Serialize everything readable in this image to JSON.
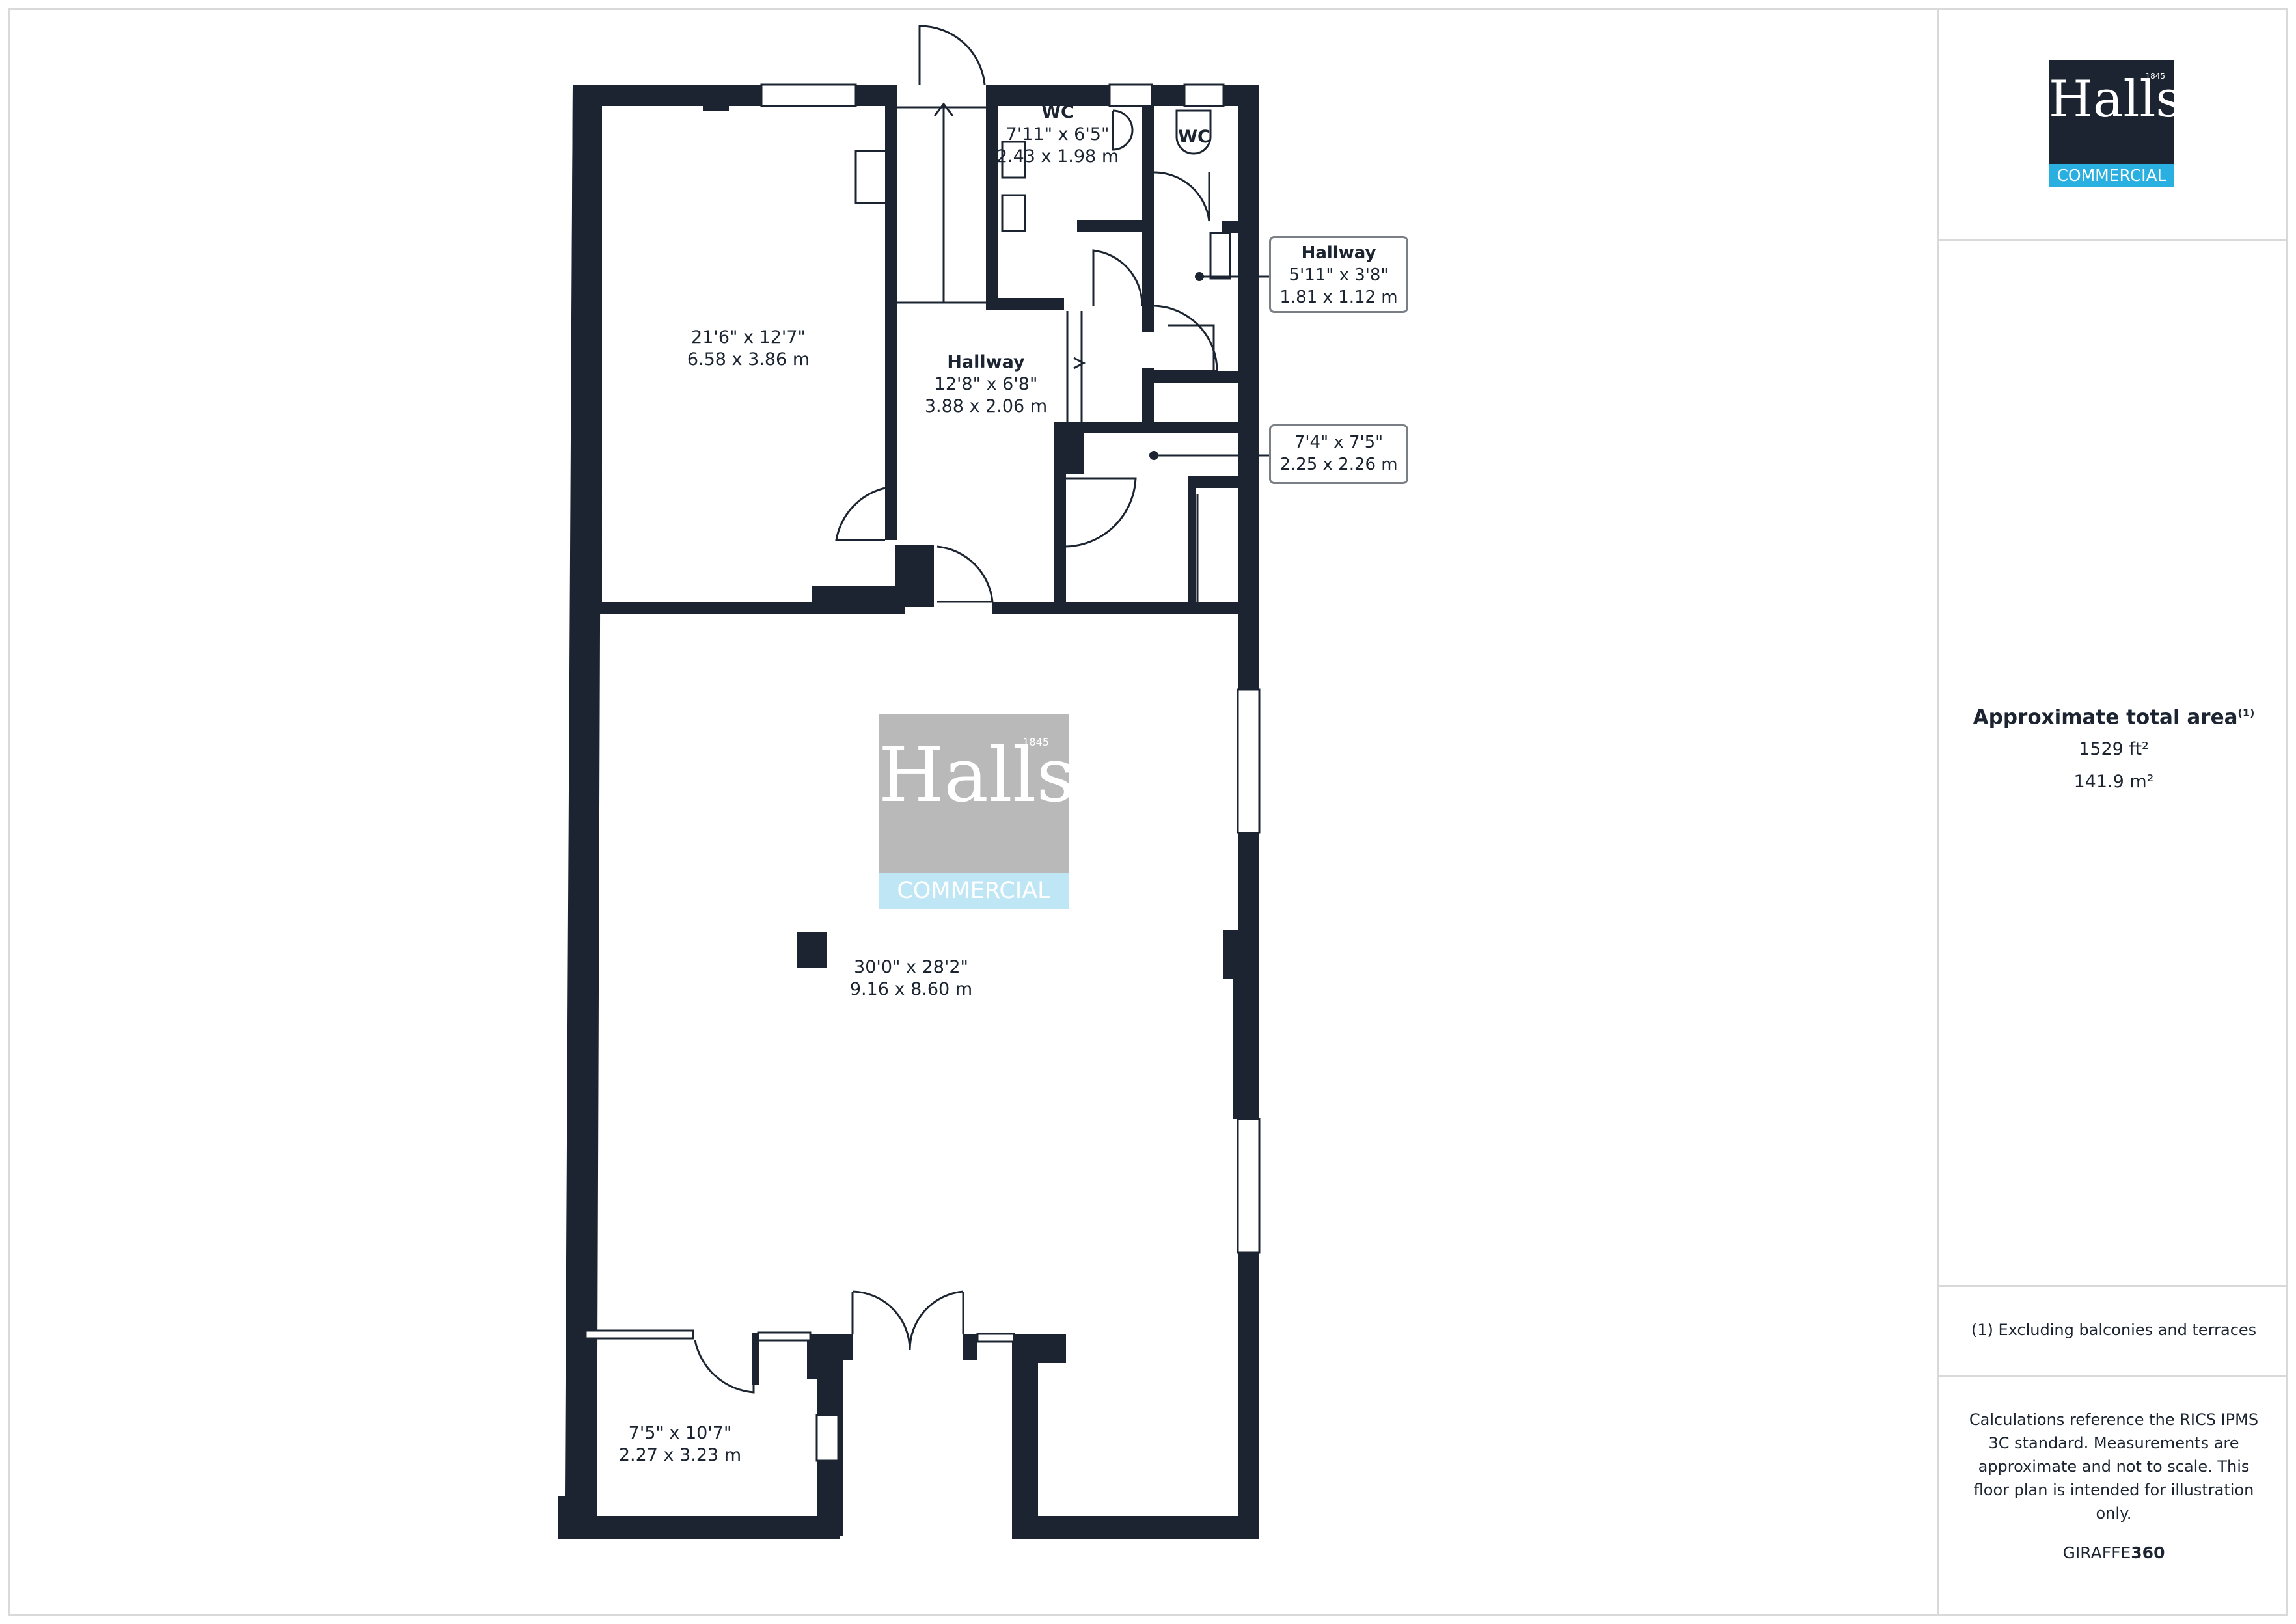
{
  "brand": {
    "name": "Halls",
    "year": "1845",
    "tagline": "COMMERCIAL",
    "colors": {
      "dark": "#1b2430",
      "accent": "#2ab0e0",
      "watermark": "#b9b9b9",
      "watermark_band": "#bfe6f5"
    }
  },
  "summary": {
    "area_title": "Approximate total area",
    "area_note_marker": "(1)",
    "area_ft": "1529 ft²",
    "area_m": "141.9 m²"
  },
  "footnote": "(1) Excluding balconies and terraces",
  "disclaimer": "Calculations reference the RICS IPMS 3C standard. Measurements are approximate and not to scale. This floor plan is intended for illustration only.",
  "credit": {
    "prefix": "GIRAFFE",
    "suffix": "360"
  },
  "rooms": {
    "office_top": {
      "name": "",
      "imperial": "21'6\" x 12'7\"",
      "metric": "6.58 x 3.86 m"
    },
    "wc_1": {
      "name": "WC",
      "imperial": "7'11\" x 6'5\"",
      "metric": "2.43 x 1.98 m"
    },
    "wc_2": {
      "name": "WC",
      "imperial": "",
      "metric": ""
    },
    "hallway_main": {
      "name": "Hallway",
      "imperial": "12'8\" x 6'8\"",
      "metric": "3.88 x 2.06 m"
    },
    "hallway_small": {
      "name": "Hallway",
      "imperial": "5'11\" x 3'8\"",
      "metric": "1.81 x 1.12 m"
    },
    "store": {
      "name": "",
      "imperial": "7'4\" x 7'5\"",
      "metric": "2.25 x 2.26 m"
    },
    "main_room": {
      "name": "",
      "imperial": "30'0\" x 28'2\"",
      "metric": "9.16 x 8.60 m"
    },
    "front_room": {
      "name": "",
      "imperial": "7'5\" x 10'7\"",
      "metric": "2.27 x 3.23 m"
    }
  }
}
